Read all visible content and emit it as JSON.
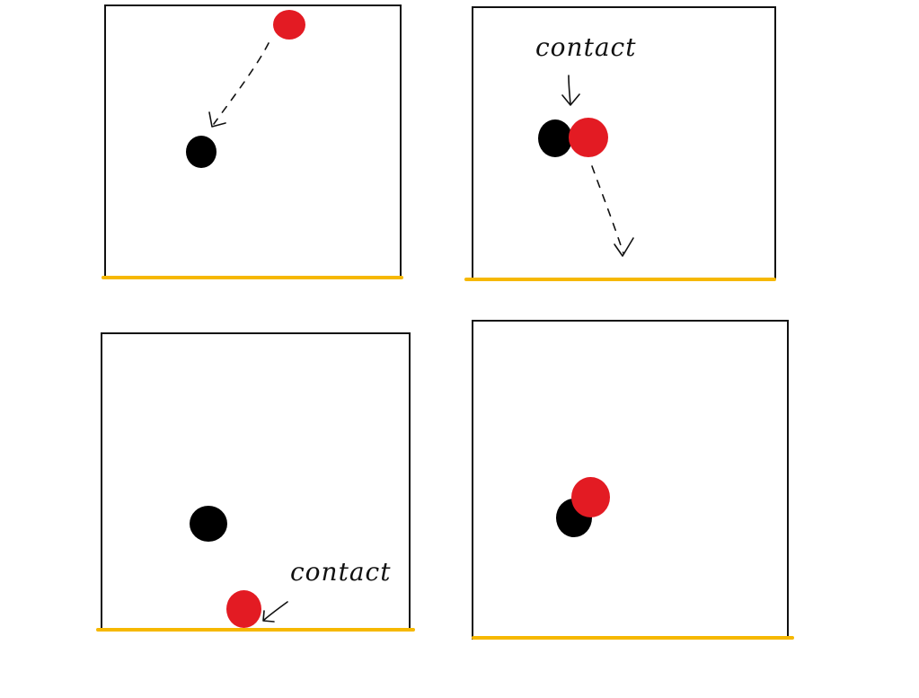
{
  "colors": {
    "frame": "#111111",
    "floor": "#f6b800",
    "black_ball": "#000000",
    "red_ball": "#e31b23"
  },
  "panels": [
    {
      "name": "panel-1",
      "label": ""
    },
    {
      "name": "panel-2",
      "label": "contact"
    },
    {
      "name": "panel-3",
      "label": "contact"
    },
    {
      "name": "panel-4",
      "label": ""
    }
  ]
}
